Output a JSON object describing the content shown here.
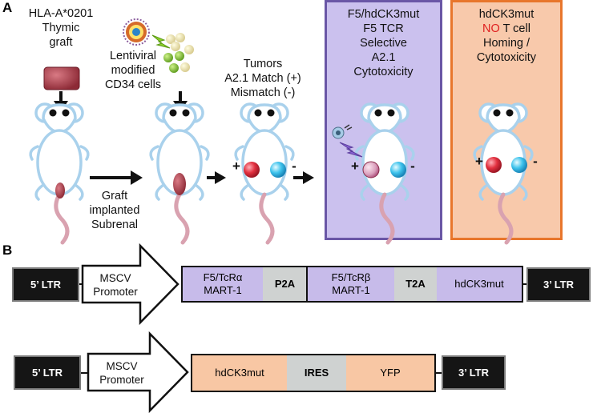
{
  "panel_a": {
    "letter": "A",
    "thymic_graft": [
      "HLA-A*0201",
      "Thymic",
      "graft"
    ],
    "lentiviral": [
      "Lentiviral",
      "modified",
      "CD34 cells"
    ],
    "tumors": [
      "Tumors",
      "A2.1 Match (+)",
      "Mismatch (-)"
    ],
    "graft_implanted": [
      "Graft",
      "implanted",
      "Subrenal"
    ],
    "box_purple": [
      "F5/hdCK3mut",
      "F5 TCR",
      "Selective",
      "A2.1",
      "Cytotoxicity"
    ],
    "box_orange_line1": "hdCK3mut",
    "box_orange_no": "NO",
    "box_orange_line2_rest": " T cell",
    "box_orange_rest": [
      "Homing /",
      "Cytotoxicity"
    ],
    "plus": "+",
    "minus": "-"
  },
  "panel_b": {
    "letter": "B",
    "construct1": {
      "ltr5": "5’ LTR",
      "promoter": [
        "MSCV",
        "Promoter"
      ],
      "tcra": [
        "F5/TcRα",
        "MART-1"
      ],
      "p2a": "P2A",
      "tcrb": [
        "F5/TcRβ",
        "MART-1"
      ],
      "t2a": "T2A",
      "gene": "hdCK3mut",
      "ltr3": "3’ LTR"
    },
    "construct2": {
      "ltr5": "5’ LTR",
      "promoter": [
        "MSCV",
        "Promoter"
      ],
      "gene": "hdCK3mut",
      "ires": "IRES",
      "yfp": "YFP",
      "ltr3": "3’ LTR"
    }
  },
  "colors": {
    "purple_fill": "#c7bbea",
    "purple_border": "#6a57a6",
    "orange_fill": "#f8c9ab",
    "orange_border": "#e8762c",
    "no_red": "#e02020",
    "mouse_outline": "#a9d1ec",
    "tail": "#d9a2b0"
  }
}
